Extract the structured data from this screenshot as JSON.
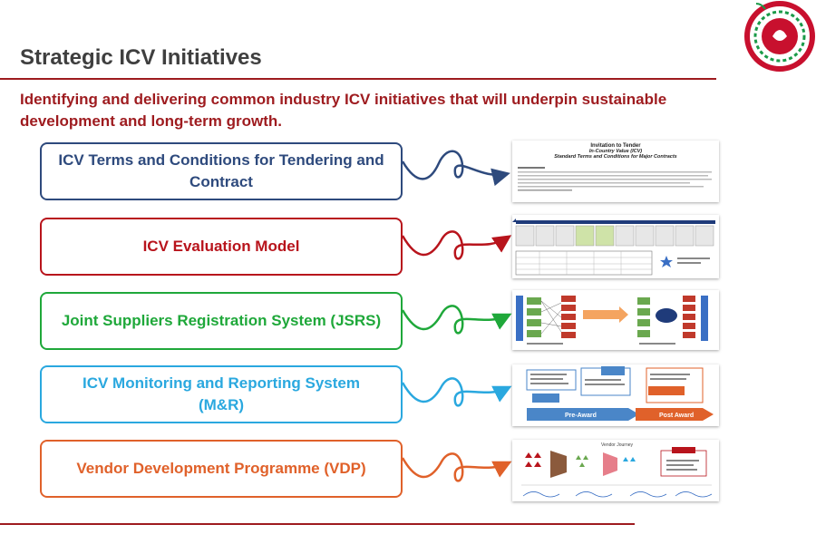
{
  "header": {
    "title": "Strategic ICV Initiatives",
    "subtitle": "Identifying and delivering common industry ICV initiatives that will underpin sustainable development and long-term growth."
  },
  "initiatives": [
    {
      "label": "ICV Terms and Conditions for Tendering and Contract",
      "color": "#2e4a7d"
    },
    {
      "label": "ICV Evaluation Model",
      "color": "#b8141c"
    },
    {
      "label": "Joint Suppliers Registration System (JSRS)",
      "color": "#1fa83a"
    },
    {
      "label": "ICV Monitoring and Reporting System (M&R)",
      "color": "#2aa8df"
    },
    {
      "label": "Vendor Development Programme (VDP)",
      "color": "#e0612a"
    }
  ],
  "thumbnails": {
    "terms": {
      "title": "Invitation to Tender",
      "line1": "In-Country Value (ICV)",
      "line2": "Standard Terms and Conditions for Major Contracts"
    },
    "monitoring": {
      "pre_award": "Pre-Award",
      "post_award": "Post Award"
    },
    "vdp": {
      "heading": "Vendor Journey"
    }
  },
  "brand_colors": {
    "primary": "#9e1b1f"
  }
}
